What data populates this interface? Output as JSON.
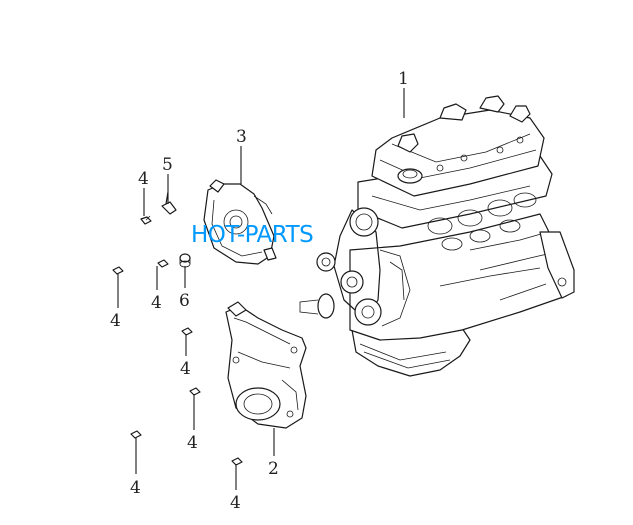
{
  "watermark": {
    "text": "HOT-PARTS",
    "color": "#0099ff"
  },
  "callouts": [
    {
      "id": "engine-assembly",
      "label": "1"
    },
    {
      "id": "lower-timing-cover",
      "label": "2"
    },
    {
      "id": "upper-timing-cover",
      "label": "3"
    },
    {
      "id": "bolt-top-left",
      "label": "4"
    },
    {
      "id": "bracket",
      "label": "5"
    },
    {
      "id": "bolt-left",
      "label": "4"
    },
    {
      "id": "bolt-mid-left",
      "label": "4"
    },
    {
      "id": "grommet",
      "label": "6"
    },
    {
      "id": "bolt-center-1",
      "label": "4"
    },
    {
      "id": "bolt-center-2",
      "label": "4"
    },
    {
      "id": "bolt-bottom-left",
      "label": "4"
    },
    {
      "id": "bolt-bottom-center",
      "label": "4"
    }
  ]
}
